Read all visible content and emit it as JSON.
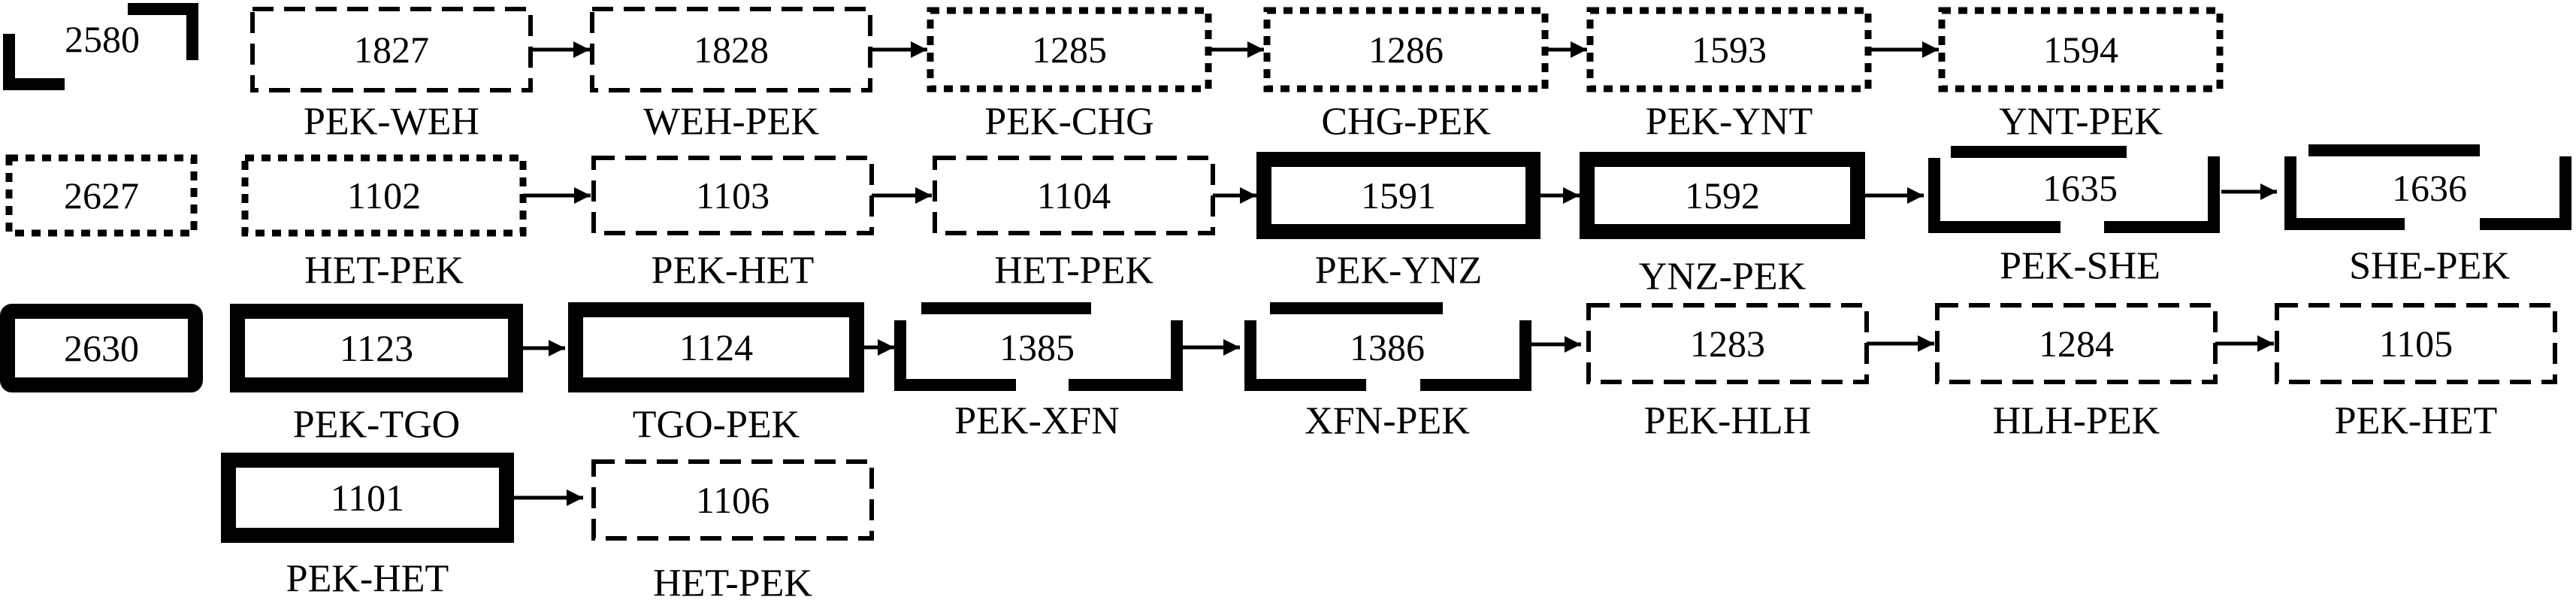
{
  "aircraft": [
    {
      "id": "2580",
      "flights": [
        {
          "number": "1827",
          "route": "PEK-WEH"
        },
        {
          "number": "1828",
          "route": "WEH-PEK"
        },
        {
          "number": "1285",
          "route": "PEK-CHG"
        },
        {
          "number": "1286",
          "route": "CHG-PEK"
        },
        {
          "number": "1593",
          "route": "PEK-YNT"
        },
        {
          "number": "1594",
          "route": "YNT-PEK"
        }
      ]
    },
    {
      "id": "2627",
      "flights": [
        {
          "number": "1102",
          "route": "HET-PEK"
        },
        {
          "number": "1103",
          "route": "PEK-HET"
        },
        {
          "number": "1104",
          "route": "HET-PEK"
        },
        {
          "number": "1591",
          "route": "PEK-YNZ"
        },
        {
          "number": "1592",
          "route": "YNZ-PEK"
        },
        {
          "number": "1635",
          "route": "PEK-SHE"
        },
        {
          "number": "1636",
          "route": "SHE-PEK"
        }
      ]
    },
    {
      "id": "2630",
      "flights": [
        {
          "number": "1123",
          "route": "PEK-TGO"
        },
        {
          "number": "1124",
          "route": "TGO-PEK"
        },
        {
          "number": "1385",
          "route": "PEK-XFN"
        },
        {
          "number": "1386",
          "route": "XFN-PEK"
        },
        {
          "number": "1283",
          "route": "PEK-HLH"
        },
        {
          "number": "1284",
          "route": "HLH-PEK"
        },
        {
          "number": "1105",
          "route": "PEK-HET"
        }
      ]
    },
    {
      "id": "",
      "flights": [
        {
          "number": "1101",
          "route": "PEK-HET"
        },
        {
          "number": "1106",
          "route": "HET-PEK"
        }
      ]
    }
  ]
}
